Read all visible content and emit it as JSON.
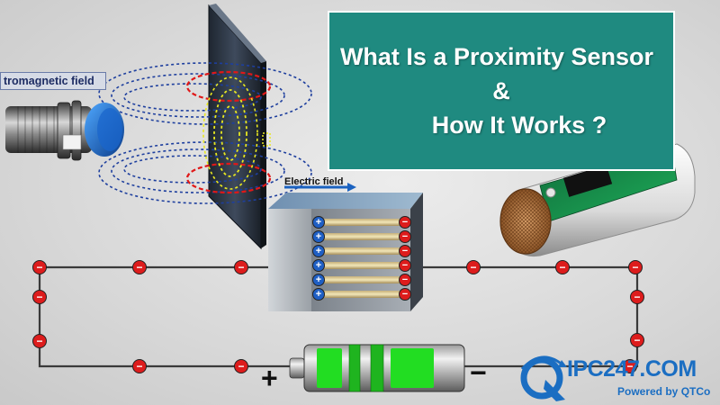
{
  "title": {
    "line1": "What Is a Proximity Sensor",
    "line2": "&",
    "line3": "How It Works ?"
  },
  "labels": {
    "electromagnetic_field": "tromagnetic field",
    "electric_field": "Electric field",
    "battery_positive": "+",
    "battery_negative": "−",
    "plate_positive_symbol": "+",
    "plate_negative_symbol": "−",
    "charge_symbol": "−"
  },
  "logo": {
    "name": "IPC247.COM",
    "tagline": "Powered by QTCo"
  },
  "colors": {
    "title_bg": "#1f8a80",
    "field_blue": "#1e3f9e",
    "field_red": "#e01818",
    "field_yellow": "#e8e820",
    "battery_green": "#22dd22",
    "logo_blue": "#1b6ec2"
  }
}
